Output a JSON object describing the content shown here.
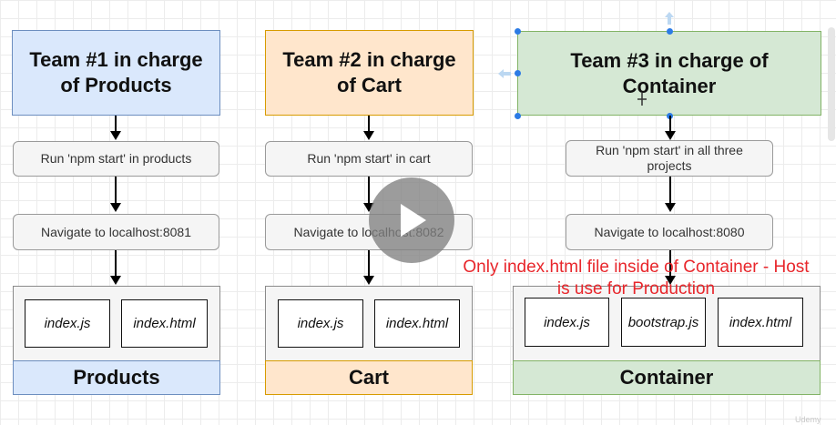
{
  "columns": [
    {
      "team": "Team #1 in charge of Products",
      "step1": "Run 'npm start' in products",
      "step2": "Navigate to localhost:8081",
      "files": [
        "index.js",
        "index.html"
      ],
      "footer": "Products"
    },
    {
      "team": "Team #2 in charge of Cart",
      "step1": "Run 'npm start' in cart",
      "step2": "Navigate to localhost:8082",
      "files": [
        "index.js",
        "index.html"
      ],
      "footer": "Cart"
    },
    {
      "team": "Team #3 in charge of Container",
      "step1": "Run 'npm start' in all three projects",
      "step2": "Navigate to localhost:8080",
      "files": [
        "index.js",
        "bootstrap.js",
        "index.html"
      ],
      "footer": "Container"
    }
  ],
  "annotation": {
    "line1": "Only index.html file inside of Container - Host",
    "line2": "is use for Production"
  },
  "watermark": "Udemy",
  "colors": {
    "blue_fill": "#dae8fc",
    "orange_fill": "#ffe6cc",
    "green_fill": "#d5e8d4",
    "annotation": "#e8262b",
    "selection": "#2c7be5"
  }
}
